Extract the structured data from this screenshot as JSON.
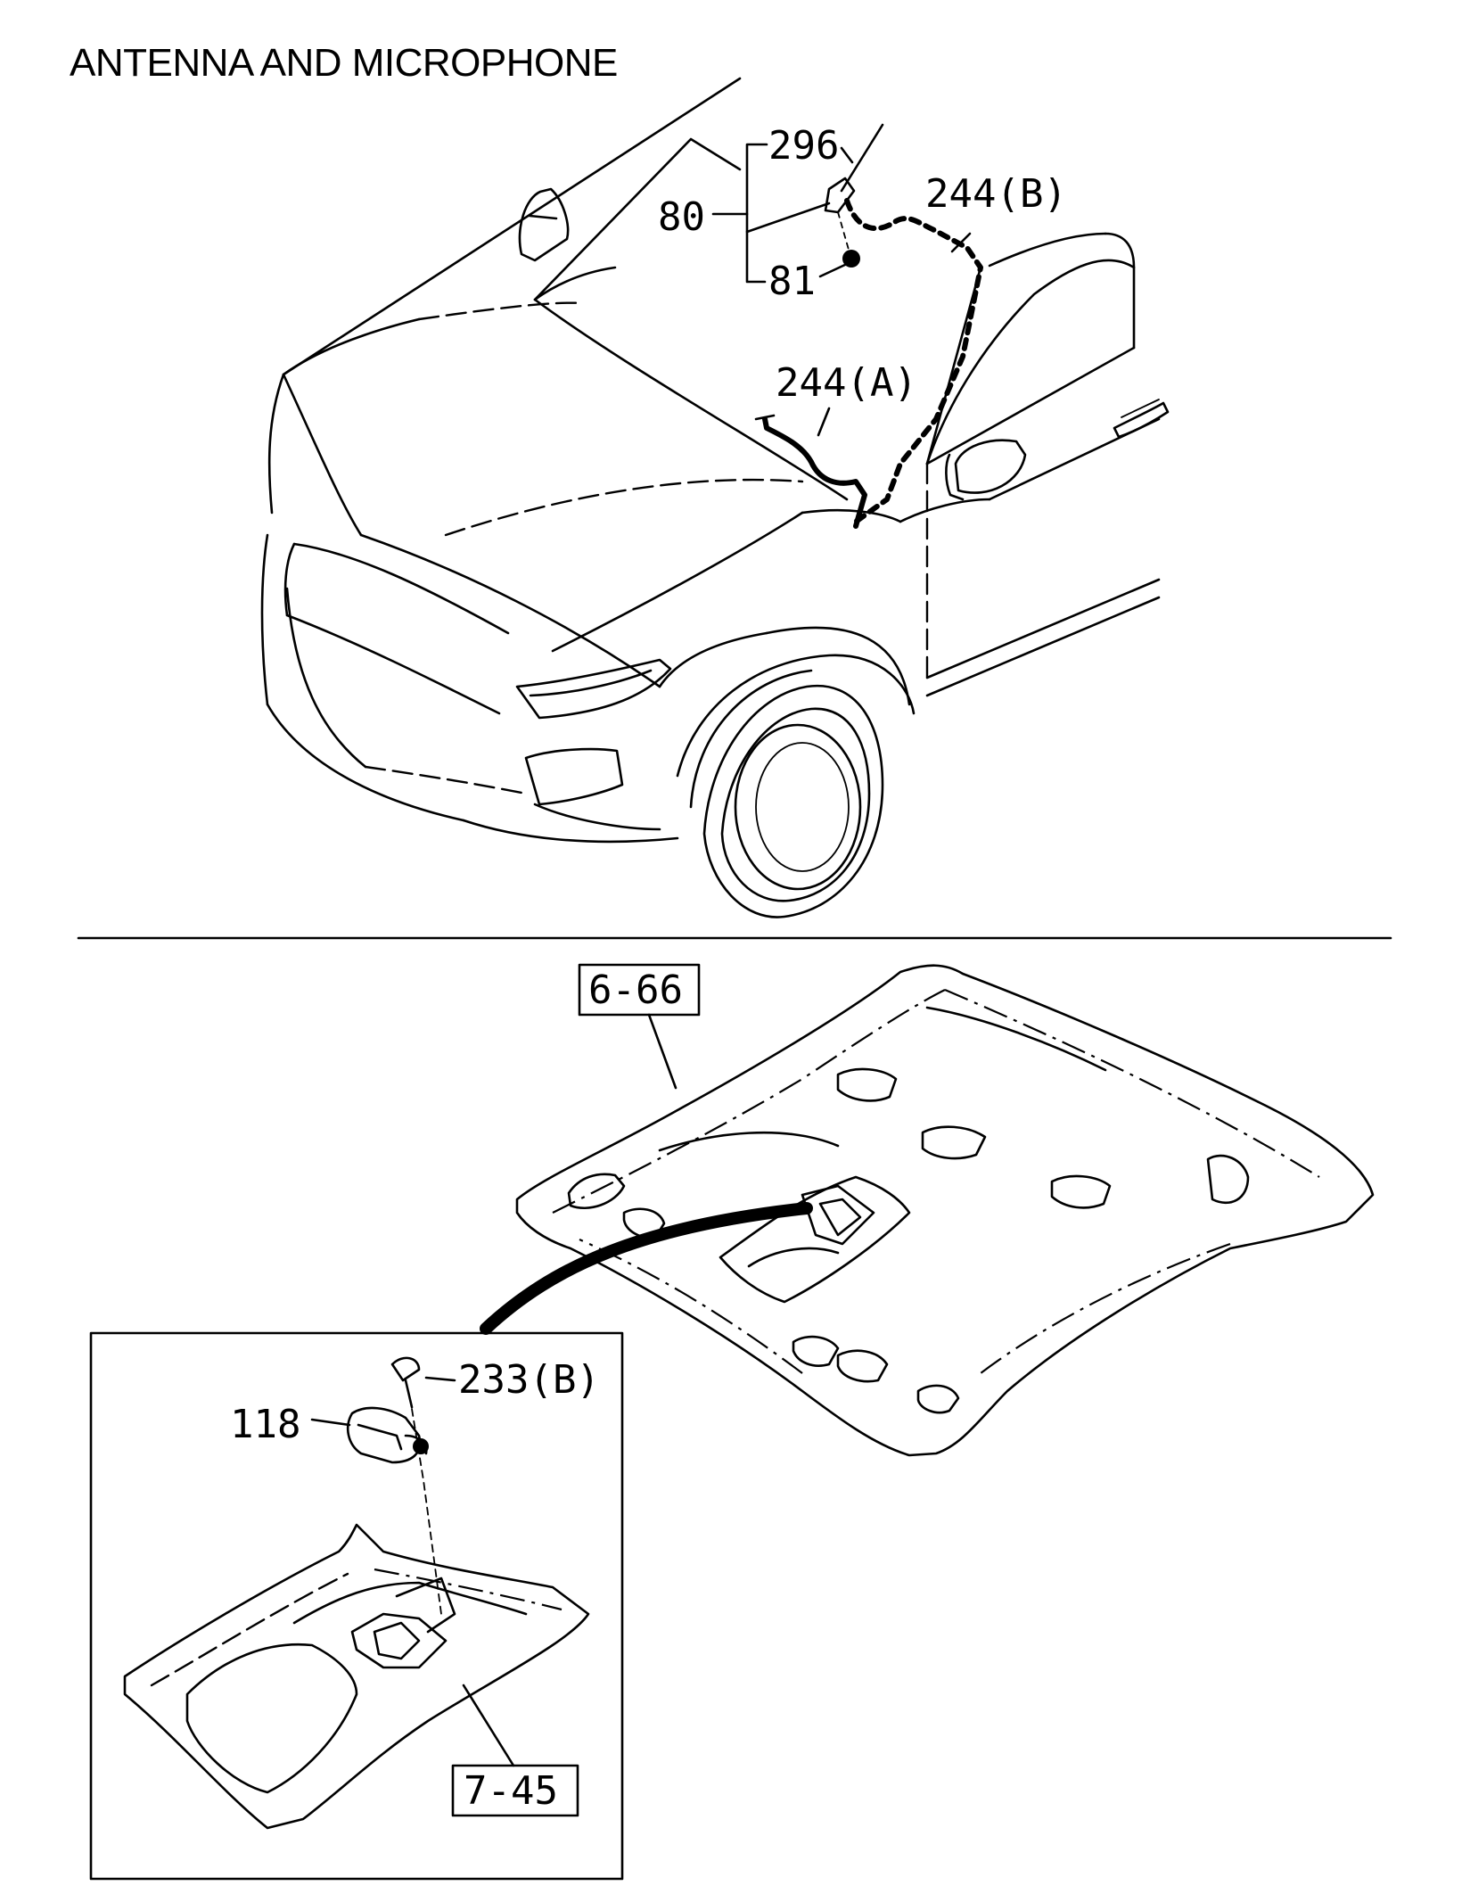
{
  "title": "ANTENNA AND MICROPHONE",
  "callouts": {
    "p296": "296",
    "p80": "80",
    "p81": "81",
    "p244b": "244(B)",
    "p244a": "244(A)",
    "p118": "118",
    "p233b": "233(B)"
  },
  "references": {
    "headlining": "6-66",
    "console": "7-45"
  }
}
